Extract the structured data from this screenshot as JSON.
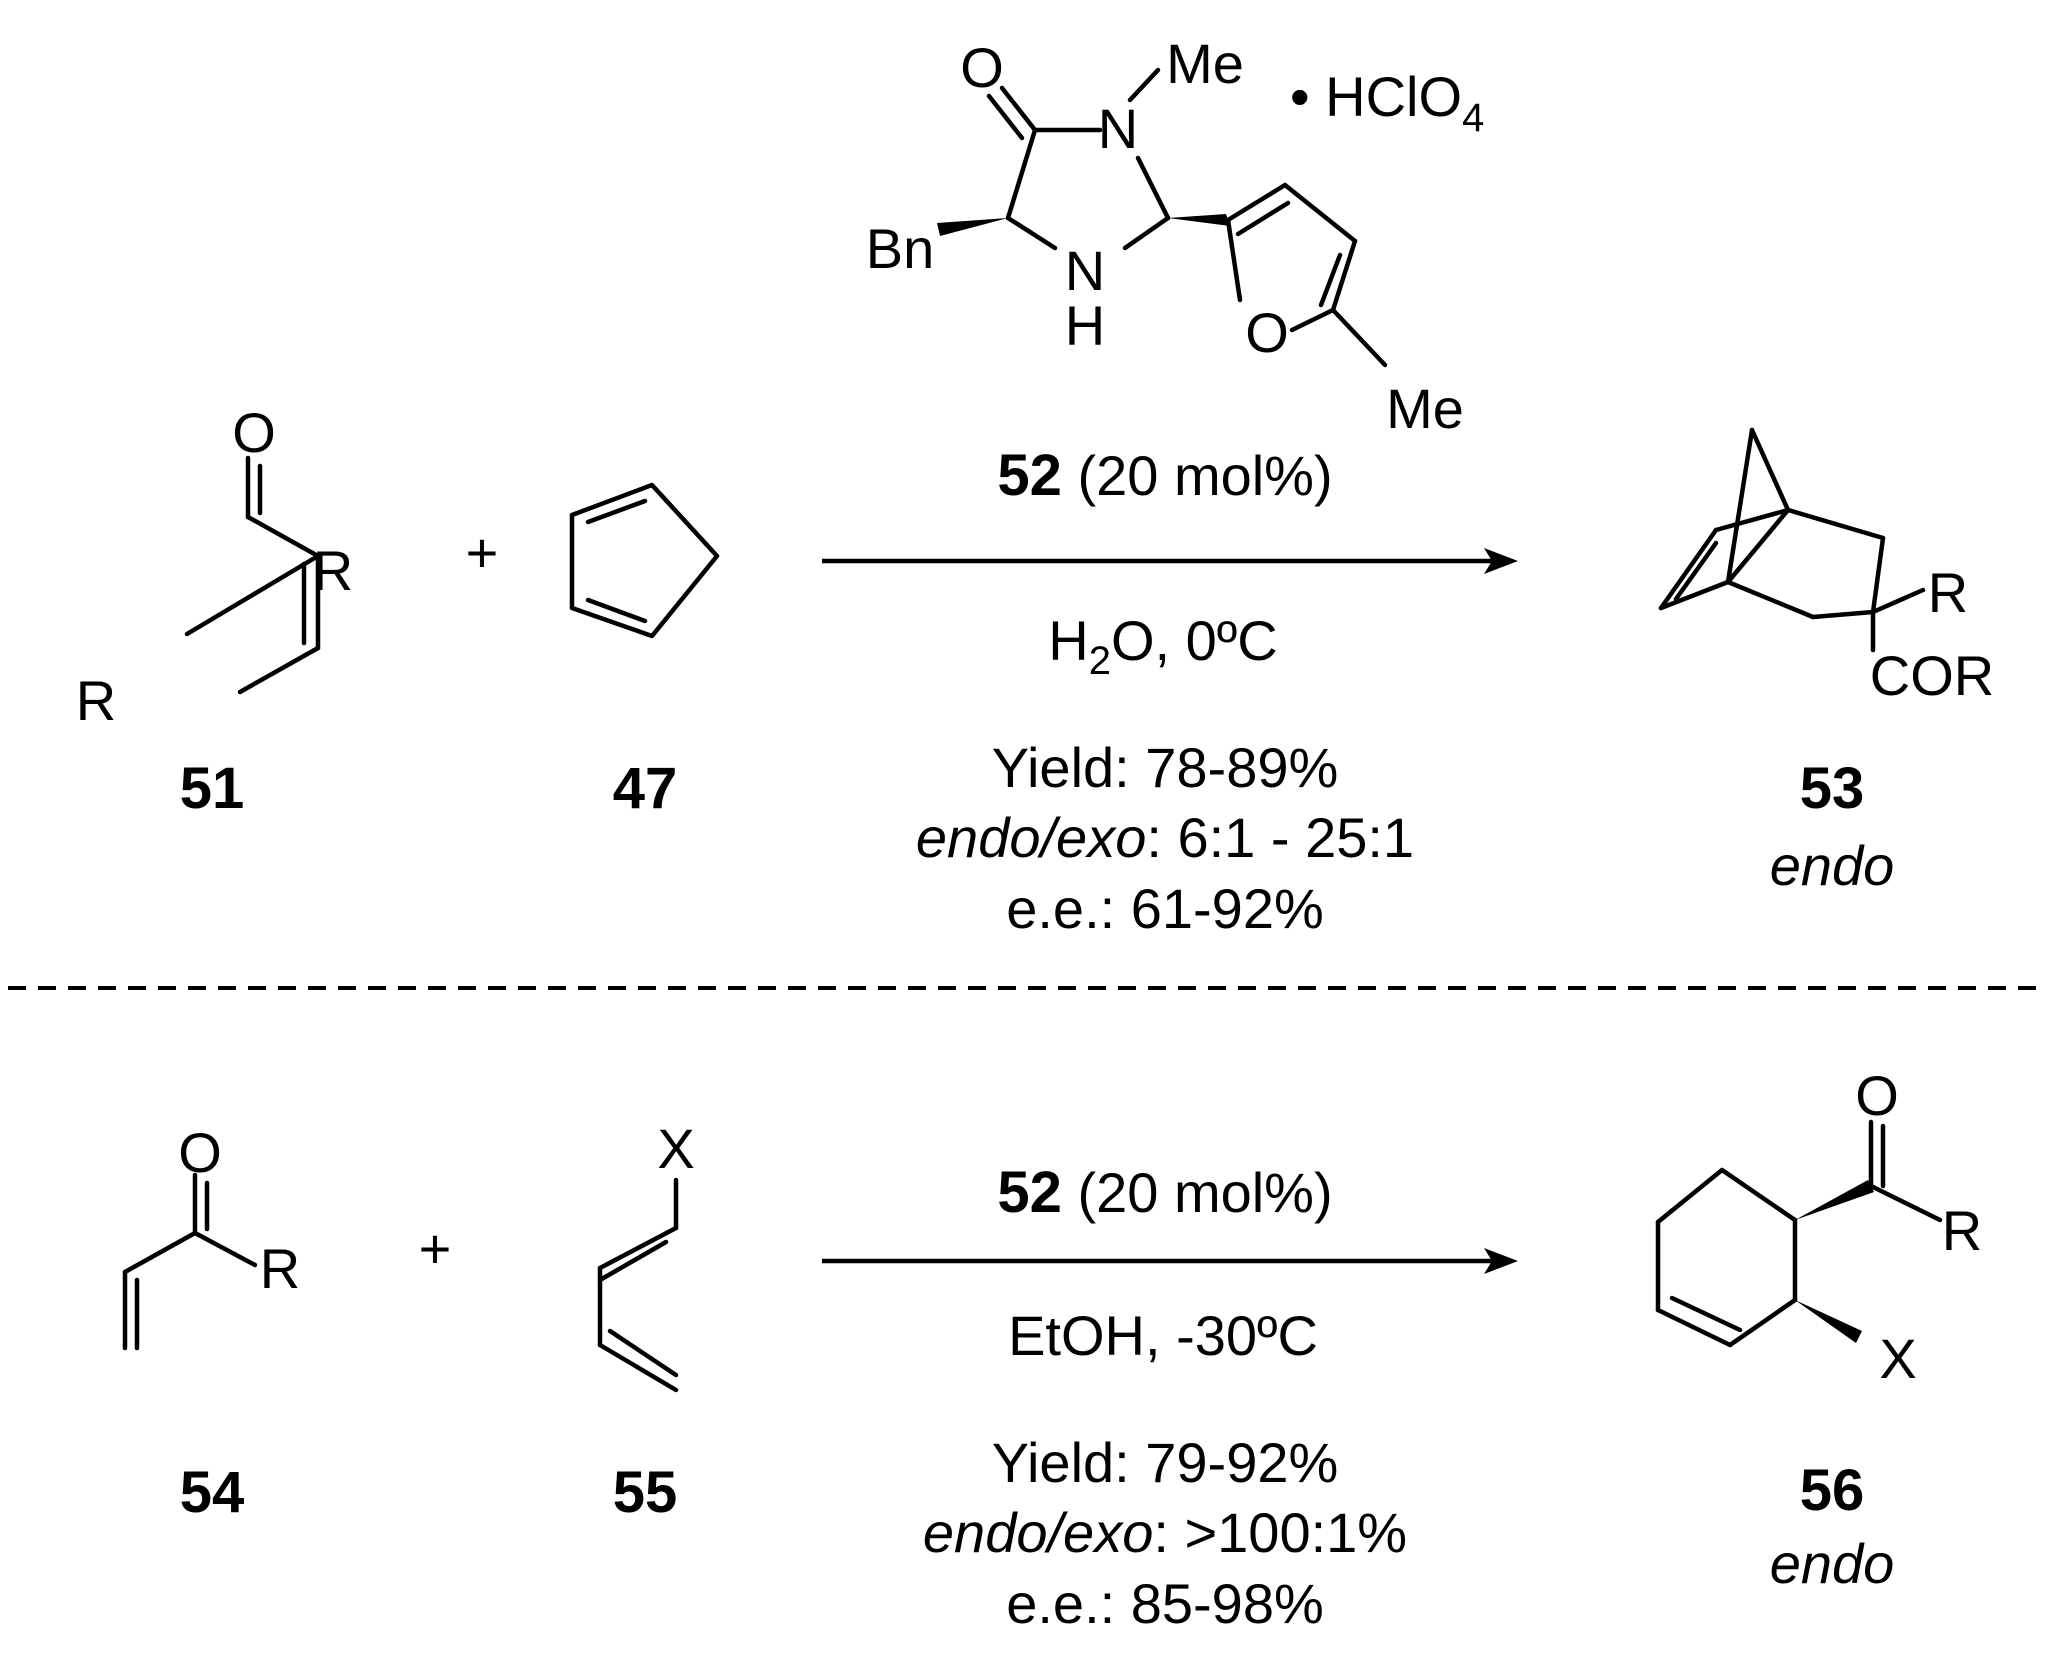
{
  "catalyst": {
    "carbonyl_o": "O",
    "n_methyl": "N",
    "methyl": "Me",
    "salt": "• HClO",
    "salt_sub": "4",
    "benzyl": "Bn",
    "nh_n": "N",
    "nh_h": "H",
    "furan_o": "O",
    "furan_methyl": "Me"
  },
  "reaction1": {
    "enone": {
      "o": "O",
      "r1": "R",
      "r2": "R",
      "number": "51"
    },
    "plus": "+",
    "diene": {
      "number": "47"
    },
    "catalyst_number": "52",
    "catalyst_loading": " (20 mol%)",
    "solvent_prefix": "H",
    "solvent_sub": "2",
    "solvent_suffix": "O, 0ºC",
    "yield": "Yield: 78-89%",
    "ratio_label": "endo/exo",
    "ratio_value": ": 6:1 - 25:1",
    "ee": "e.e.: 61-92%",
    "product": {
      "r": "R",
      "cor": "COR",
      "number": "53",
      "selectivity": "endo"
    }
  },
  "reaction2": {
    "enone": {
      "o": "O",
      "r": "R",
      "number": "54"
    },
    "plus": "+",
    "diene": {
      "x": "X",
      "number": "55"
    },
    "catalyst_number": "52",
    "catalyst_loading": " (20 mol%)",
    "conditions": "EtOH, -30ºC",
    "yield": "Yield: 79-92%",
    "ratio_label": "endo/exo",
    "ratio_value": ": >100:1%",
    "ee": "e.e.: 85-98%",
    "product": {
      "o": "O",
      "r": "R",
      "x": "X",
      "number": "56",
      "selectivity": "endo"
    }
  }
}
